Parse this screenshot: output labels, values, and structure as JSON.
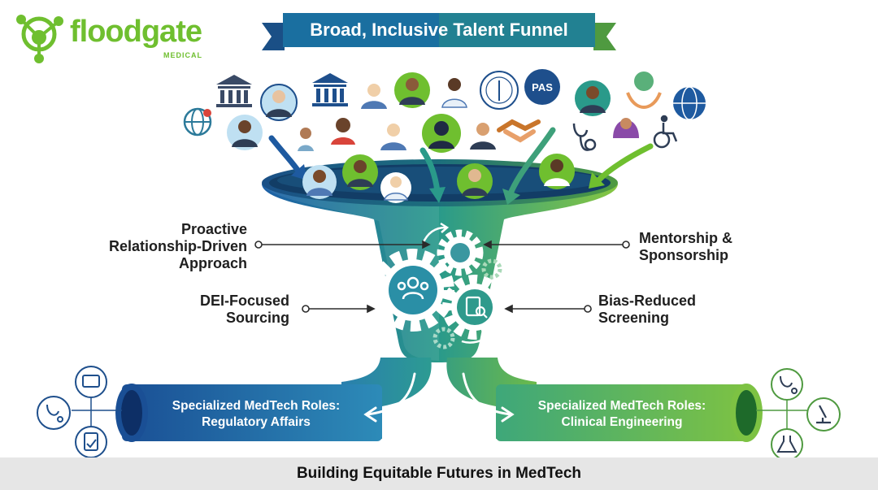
{
  "logo": {
    "name": "floodgate",
    "sub": "MEDICAL"
  },
  "title": "Broad, Inclusive Talent Funnel",
  "features": {
    "proactive": [
      "Proactive",
      "Relationship-Driven",
      "Approach"
    ],
    "mentorship": [
      "Mentorship &",
      "Sponsorship"
    ],
    "dei": [
      "DEI-Focused",
      "Sourcing"
    ],
    "bias": [
      "Bias-Reduced",
      "Screening"
    ]
  },
  "roles": {
    "left": [
      "Specialized MedTech Roles:",
      "Regulatory Affairs"
    ],
    "right": [
      "Specialized MedTech Roles:",
      "Clinical Engineering"
    ]
  },
  "badge": "PAS",
  "footer": "Building Equitable Futures in MedTech",
  "colors": {
    "brand_green": "#6fbf2f",
    "funnel_blue": "#1c62a8",
    "funnel_teal": "#2a9a8a",
    "funnel_green": "#7cc243",
    "banner": "#1a6fa0"
  },
  "icons": [
    "network-logo-icon",
    "government-building-icon",
    "globe-location-icon",
    "handshake-icon",
    "stethoscope-icon",
    "hands-globe-icon",
    "globe-icon",
    "wheelchair-icon",
    "medical-seal-icon",
    "gear-icon",
    "team-icon",
    "clipboard-search-icon",
    "monitor-icon",
    "clipboard-check-icon",
    "microscope-icon",
    "flask-icon"
  ]
}
